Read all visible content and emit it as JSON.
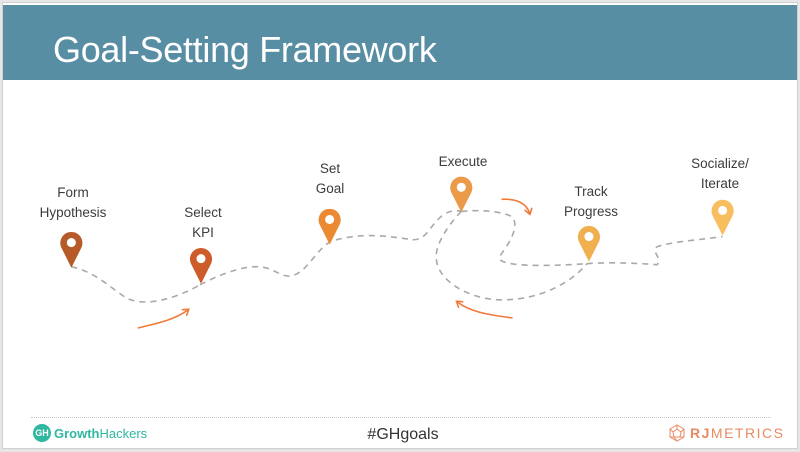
{
  "header": {
    "title": "Goal-Setting Framework",
    "background_color": "#588ea4"
  },
  "steps": [
    {
      "line1": "Form",
      "line2": "Hypothesis",
      "pin_color": "#b55a28",
      "pin_icon": "map-pin-icon"
    },
    {
      "line1": "Select",
      "line2": "KPI",
      "pin_color": "#cc5c2a",
      "pin_icon": "map-pin-icon"
    },
    {
      "line1": "Set",
      "line2": "Goal",
      "pin_color": "#ec8a34",
      "pin_icon": "map-pin-icon"
    },
    {
      "line1": "Execute",
      "line2": "",
      "pin_color": "#ea9a48",
      "pin_icon": "map-pin-icon"
    },
    {
      "line1": "Track",
      "line2": "Progress",
      "pin_color": "#f0b050",
      "pin_icon": "map-pin-icon"
    },
    {
      "line1": "Socialize/",
      "line2": "Iterate",
      "pin_color": "#f8bd5e",
      "pin_icon": "map-pin-icon"
    }
  ],
  "arrows": {
    "color": "#f07a3a",
    "items": [
      "forward-arrow-icon",
      "loop-forward-arrow-icon",
      "loop-back-arrow-icon"
    ]
  },
  "path": {
    "color": "#a9a9a9",
    "style": "dashed"
  },
  "footer": {
    "left_logo_mark": "GH",
    "left_logo_bold": "Growth",
    "left_logo_light": "Hackers",
    "left_logo_color": "#2fb7a0",
    "hashtag": "#GHgoals",
    "right_logo_bold": "RJ",
    "right_logo_light": "METRICS",
    "right_logo_color": "#e88b62"
  }
}
